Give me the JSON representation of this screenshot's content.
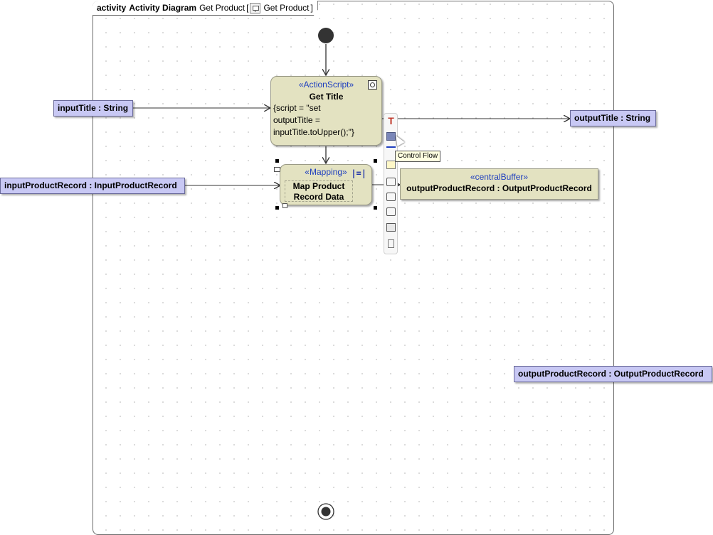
{
  "frame": {
    "kind": "activity",
    "title": "Activity Diagram",
    "context_name": "Get Product",
    "bracket_open": "[",
    "icon": "activity-diagram-icon",
    "context_ref": "Get Product",
    "bracket_close": "]"
  },
  "actions": {
    "get_title": {
      "stereotype": "«ActionScript»",
      "name": "Get Title",
      "script": "{script = \"set\noutputTitle =\ninputTitle.toUpper();\"}",
      "icon": "gear-icon"
    },
    "map_product": {
      "stereotype": "«Mapping»",
      "name": "Map Product\nRecord Data",
      "icon": "mapping-icon",
      "icon_text": "|=|"
    }
  },
  "buffer": {
    "stereotype": "«centralBuffer»",
    "name": "outputProductRecord : OutputProductRecord"
  },
  "pins": {
    "input_title": "inputTitle : String",
    "input_product_record": "inputProductRecord : InputProductRecord",
    "output_title": "outputTitle : String",
    "output_product_record": "outputProductRecord : OutputProductRecord"
  },
  "toolbar": {
    "items": [
      "text-icon",
      "control-flow-icon",
      "object-flow-icon",
      "note-icon",
      "input-pin-icon",
      "output-pin-icon",
      "value-pin-icon",
      "call-behavior-icon",
      "structure-icon"
    ],
    "text_glyph": "T"
  },
  "tooltip": "Control Flow",
  "colors": {
    "action_fill": "#e3e2c1",
    "pin_fill": "#c8c8f4",
    "stereotype_text": "#1f3fbf"
  }
}
